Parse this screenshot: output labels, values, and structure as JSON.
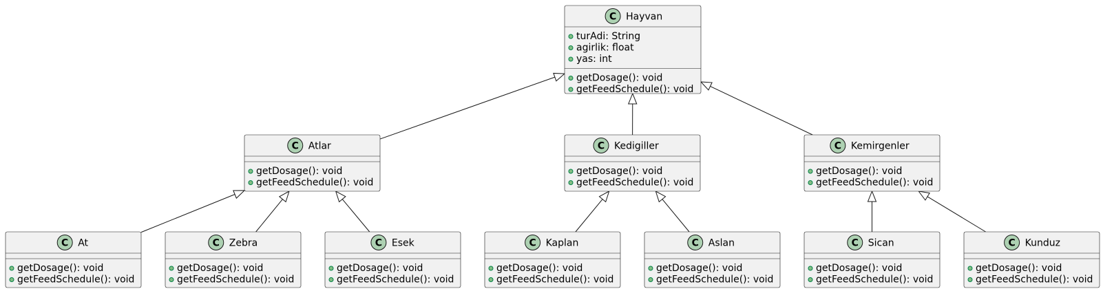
{
  "diagram": {
    "type": "uml-class-diagram",
    "stereotype_glyph": "C",
    "colors": {
      "class_fill": "#F1F1F1",
      "border": "#181818",
      "circle_fill": "#ADD1B2",
      "public_marker": "#84BE84"
    },
    "classes": [
      {
        "id": "Hayvan",
        "name": "Hayvan",
        "fields": [
          "turAdi: String",
          "agirlik: float",
          "yas: int"
        ],
        "methods": [
          "getDosage(): void",
          "getFeedSchedule(): void"
        ]
      },
      {
        "id": "Atlar",
        "name": "Atlar",
        "fields": [],
        "methods": [
          "getDosage(): void",
          "getFeedSchedule(): void"
        ]
      },
      {
        "id": "Kedigiller",
        "name": "Kedigiller",
        "fields": [],
        "methods": [
          "getDosage(): void",
          "getFeedSchedule(): void"
        ]
      },
      {
        "id": "Kemirgenler",
        "name": "Kemirgenler",
        "fields": [],
        "methods": [
          "getDosage(): void",
          "getFeedSchedule(): void"
        ]
      },
      {
        "id": "At",
        "name": "At",
        "fields": [],
        "methods": [
          "getDosage(): void",
          "getFeedSchedule(): void"
        ]
      },
      {
        "id": "Zebra",
        "name": "Zebra",
        "fields": [],
        "methods": [
          "getDosage(): void",
          "getFeedSchedule(): void"
        ]
      },
      {
        "id": "Esek",
        "name": "Esek",
        "fields": [],
        "methods": [
          "getDosage(): void",
          "getFeedSchedule(): void"
        ]
      },
      {
        "id": "Kaplan",
        "name": "Kaplan",
        "fields": [],
        "methods": [
          "getDosage(): void",
          "getFeedSchedule(): void"
        ]
      },
      {
        "id": "Aslan",
        "name": "Aslan",
        "fields": [],
        "methods": [
          "getDosage(): void",
          "getFeedSchedule(): void"
        ]
      },
      {
        "id": "Sican",
        "name": "Sican",
        "fields": [],
        "methods": [
          "getDosage(): void",
          "getFeedSchedule(): void"
        ]
      },
      {
        "id": "Kunduz",
        "name": "Kunduz",
        "fields": [],
        "methods": [
          "getDosage(): void",
          "getFeedSchedule(): void"
        ]
      }
    ],
    "inheritance": [
      {
        "child": "Atlar",
        "parent": "Hayvan"
      },
      {
        "child": "Kedigiller",
        "parent": "Hayvan"
      },
      {
        "child": "Kemirgenler",
        "parent": "Hayvan"
      },
      {
        "child": "At",
        "parent": "Atlar"
      },
      {
        "child": "Zebra",
        "parent": "Atlar"
      },
      {
        "child": "Esek",
        "parent": "Atlar"
      },
      {
        "child": "Kaplan",
        "parent": "Kedigiller"
      },
      {
        "child": "Aslan",
        "parent": "Kedigiller"
      },
      {
        "child": "Sican",
        "parent": "Kemirgenler"
      },
      {
        "child": "Kunduz",
        "parent": "Kemirgenler"
      }
    ]
  }
}
